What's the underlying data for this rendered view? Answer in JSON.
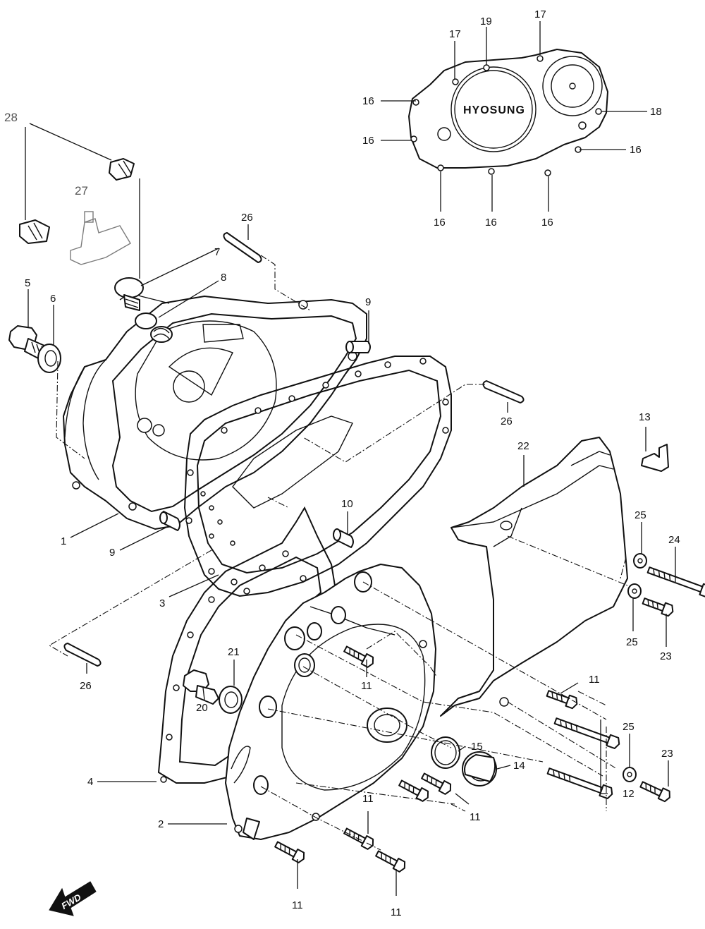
{
  "diagram": {
    "logo_text": "HYOSUNG",
    "direction_label": "FWD",
    "callouts": {
      "c1": "1",
      "c2": "2",
      "c3": "3",
      "c4": "4",
      "c5": "5",
      "c6": "6",
      "c7": "7",
      "c8": "8",
      "c9a": "9",
      "c9b": "9",
      "c10": "10",
      "c11a": "11",
      "c11b": "11",
      "c11c": "11",
      "c11d": "11",
      "c11e": "11",
      "c11f": "11",
      "c12": "12",
      "c13": "13",
      "c14": "14",
      "c15": "15",
      "c16a": "16",
      "c16b": "16",
      "c16c": "16",
      "c16d": "16",
      "c16e": "16",
      "c16f": "16",
      "c17a": "17",
      "c17b": "17",
      "c18": "18",
      "c19": "19",
      "c20": "20",
      "c21": "21",
      "c22": "22",
      "c23a": "23",
      "c23b": "23",
      "c24": "24",
      "c25a": "25",
      "c25b": "25",
      "c25c": "25",
      "c26a": "26",
      "c26b": "26",
      "c26c": "26",
      "c27": "27",
      "c28": "28"
    }
  }
}
